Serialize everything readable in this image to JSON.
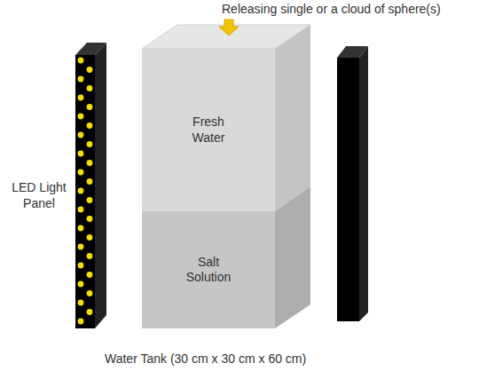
{
  "diagram": {
    "nodes": [
      {
        "text": [
          "Fresh Water"
        ]
      },
      {
        "text": [
          "Salt Solution"
        ]
      }
    ],
    "edges": [],
    "labels": [
      "Releasing single or a cloud of sphere(s)",
      "LED Light Panel",
      "Water Tank (30 cm x 30 cm x 60 cm)"
    ]
  }
}
